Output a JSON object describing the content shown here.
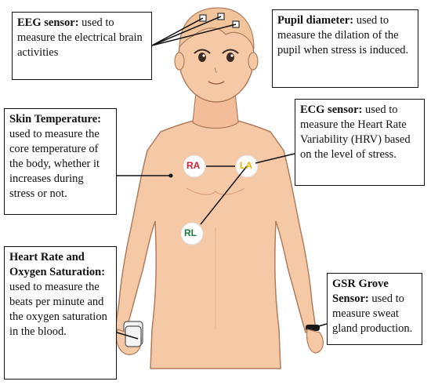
{
  "callouts": {
    "eeg": {
      "title": "EEG sensor:",
      "text": " used to measure the electrical brain activities"
    },
    "pupil": {
      "title": "Pupil diameter:",
      "text": " used to measure the dilation of the pupil when stress is induced."
    },
    "skin": {
      "title": "Skin Temperature:",
      "text": " used to measure the core temperature of the body, whether it increases during stress or not."
    },
    "ecg": {
      "title": "ECG sensor:",
      "text": " used to measure the Heart Rate Variability (HRV) based on the level of stress."
    },
    "heart": {
      "title": "Heart Rate and Oxygen Saturation:",
      "text": " used to measure the beats per minute and the oxygen saturation in the blood."
    },
    "gsr": {
      "title": "GSR Grove Sensor:",
      "text": " used to measure sweat gland production."
    }
  },
  "electrodes": {
    "ra": {
      "label": "RA",
      "color": "#d1202f"
    },
    "la": {
      "label": "LA",
      "color": "#e8b400"
    },
    "rl": {
      "label": "RL",
      "color": "#1a7a3a"
    }
  },
  "colors": {
    "skin": "#f6c9a6",
    "skin_shadow": "#e8a983",
    "outline": "#b07d5e",
    "hair": "#f2c49c"
  }
}
